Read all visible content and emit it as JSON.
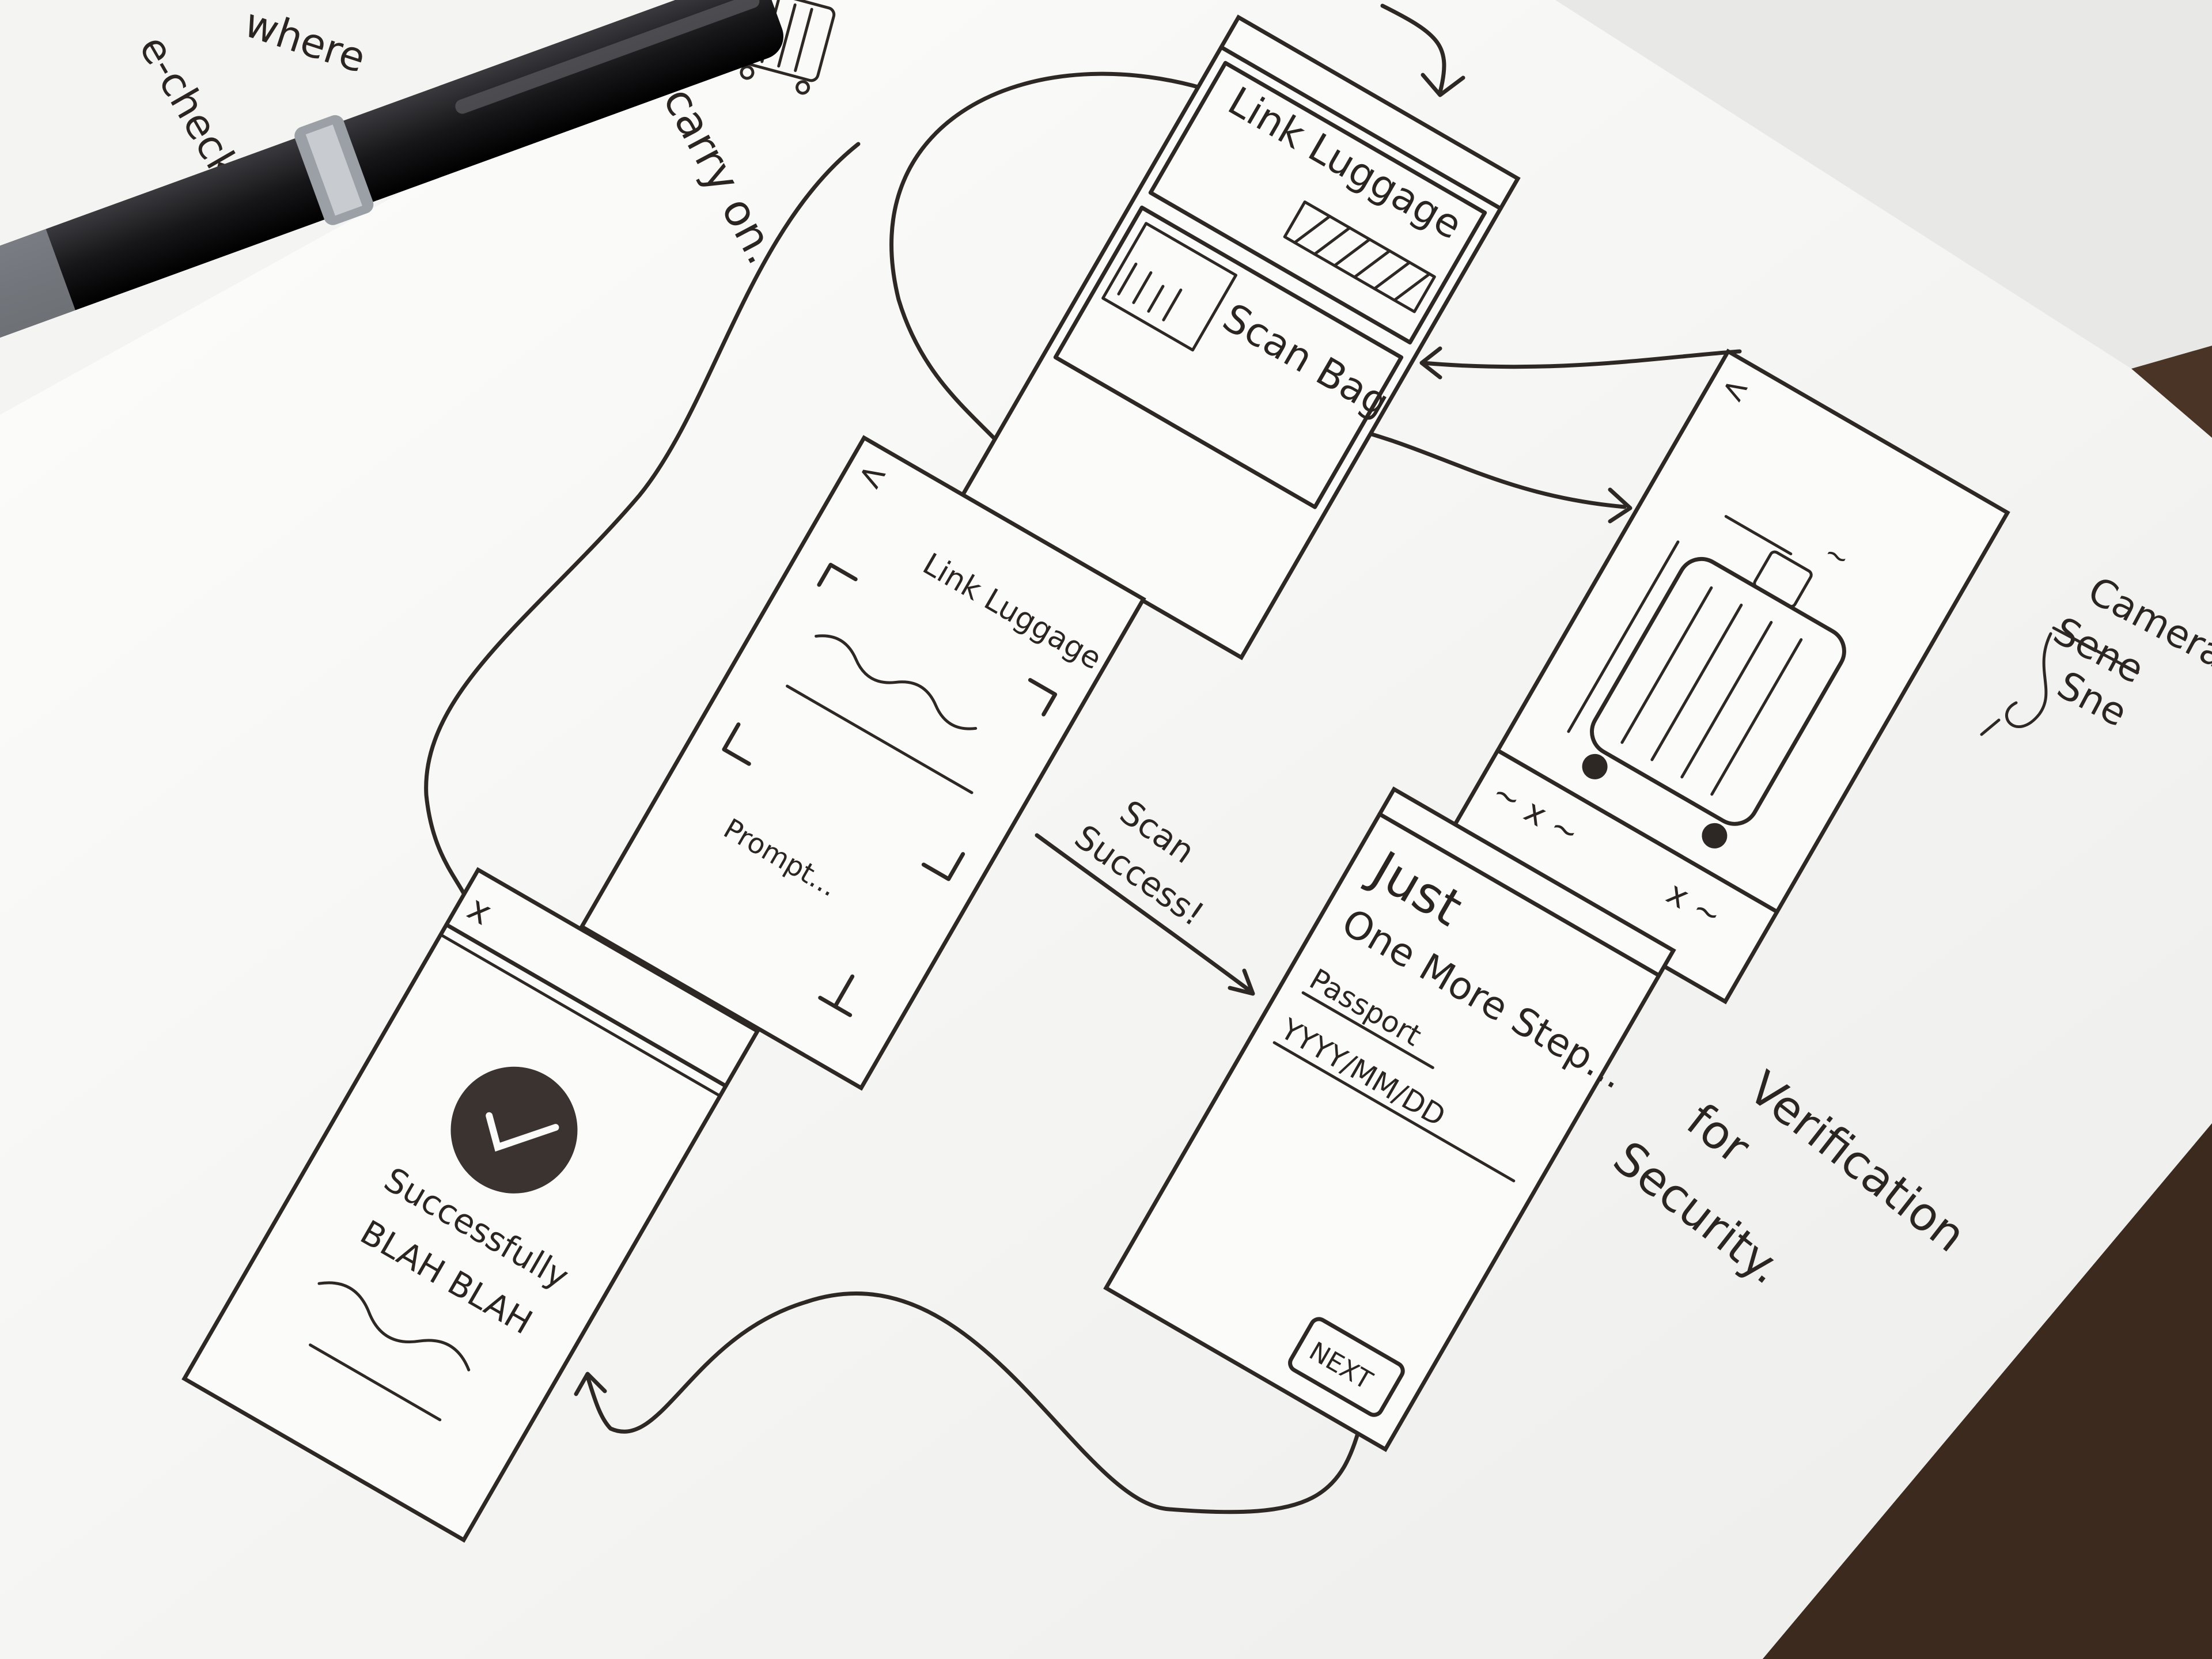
{
  "background_note_fragments": {
    "line1": "where",
    "line2": "e-check",
    "line3": "carry on."
  },
  "screens": {
    "link_luggage_menu": {
      "title": "Link Luggage",
      "scan_bag_label": "Scan Bag"
    },
    "scan_screen": {
      "back": "<",
      "title": "Link Luggage",
      "prompt": "Prompt..."
    },
    "camera_screen": {
      "back": "<",
      "dimension_label": "~",
      "toolbar_left": "~ x ~",
      "toolbar_right": "x ~"
    },
    "verification_screen": {
      "heading_line1": "Just",
      "heading_line2": "One More Step...",
      "passport_label": "Passport",
      "date_placeholder": "YYYY/MM/DD",
      "next_label": "NEXT"
    },
    "success_screen": {
      "close": "x",
      "message_line1": "Successfully",
      "message_line2": "BLAH BLAH"
    }
  },
  "annotations": {
    "scan_success_line1": "Scan",
    "scan_success_line2": "Success!",
    "camera_line1": "Camera",
    "camera_line2_struck": "Sene",
    "camera_line3": "Sne",
    "verification_line1": "Verification",
    "verification_line2": "for",
    "verification_line3": "Security."
  },
  "colors": {
    "paper": "#fbfbf9",
    "ink": "#2e2825",
    "desk": "#4a3426"
  }
}
